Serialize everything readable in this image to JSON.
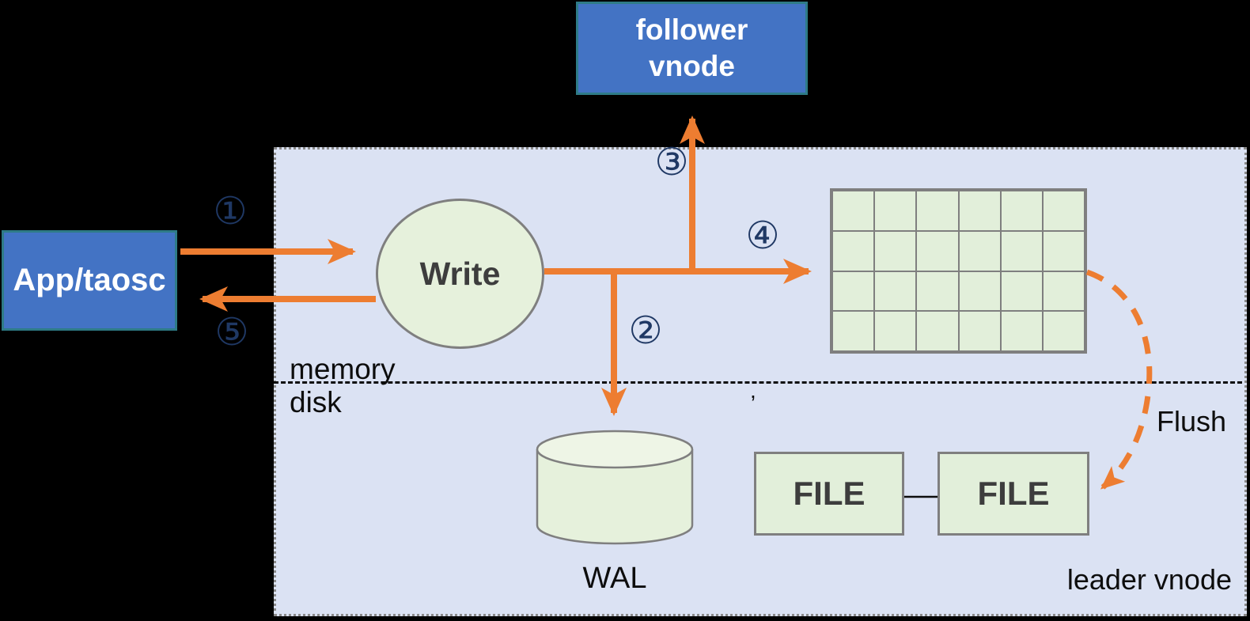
{
  "colors": {
    "background": "#000000",
    "panel-fill": "#dbe2f3",
    "panel-border": "#8a8a8a",
    "blue-fill": "#4373c4",
    "blue-border": "#2e7b87",
    "green-fill": "#e2efda",
    "green-light": "#e6f1dc",
    "green-lighter": "#eef5e6",
    "gray-border": "#7f7f7f",
    "orange": "#ed7d31",
    "navy": "#1f3864",
    "dark-text": "#3d3d3d",
    "black-text": "#0d0d0d",
    "white-text": "#ffffff"
  },
  "nodes": {
    "follower_vnode": {
      "lines": [
        "follower",
        "vnode"
      ]
    },
    "app": {
      "label": "App/taosc"
    },
    "write": {
      "label": "Write"
    },
    "wal": {
      "label": "WAL"
    },
    "files": [
      {
        "label": "FILE"
      },
      {
        "label": "FILE"
      }
    ],
    "leader_vnode": {
      "label": "leader vnode"
    }
  },
  "labels": {
    "memory": "memory",
    "disk": "disk",
    "flush": "Flush",
    "comma": ","
  },
  "steps": [
    {
      "id": 1,
      "symbol": "①"
    },
    {
      "id": 2,
      "symbol": "②"
    },
    {
      "id": 3,
      "symbol": "③"
    },
    {
      "id": 4,
      "symbol": "④"
    },
    {
      "id": 5,
      "symbol": "⑤"
    }
  ],
  "grid": {
    "rows": 4,
    "cols": 6
  }
}
